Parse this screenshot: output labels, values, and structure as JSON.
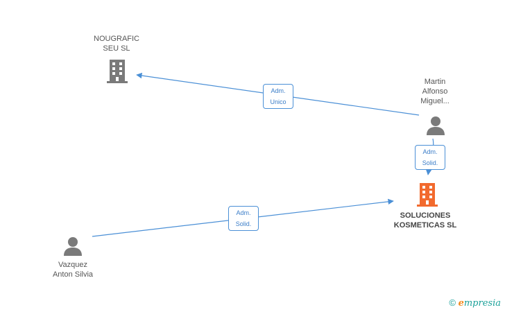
{
  "nodes": {
    "nougrafic": {
      "line1": "NOUGRAFIC",
      "line2": "SEU SL",
      "kind": "company",
      "color": "#7a7a7a"
    },
    "martin": {
      "line1": "Martin",
      "line2": "Alfonso",
      "line3": "Miguel...",
      "kind": "person",
      "color": "#7a7a7a"
    },
    "soluciones": {
      "line1": "SOLUCIONES",
      "line2": "KOSMETICAS SL",
      "kind": "company",
      "color": "#f26a2e"
    },
    "vazquez": {
      "line1": "Vazquez",
      "line2": "Anton Silvia",
      "kind": "person",
      "color": "#7a7a7a"
    }
  },
  "edges": [
    {
      "from": "martin",
      "to": "nougrafic",
      "line1": "Adm.",
      "line2": "Unico"
    },
    {
      "from": "martin",
      "to": "soluciones",
      "line1": "Adm.",
      "line2": "Solid."
    },
    {
      "from": "vazquez",
      "to": "soluciones",
      "line1": "Adm.",
      "line2": "Solid."
    }
  ],
  "footer": {
    "copyright_symbol": "©",
    "brand_initial": "e",
    "brand_rest": "mpresia"
  },
  "colors": {
    "edge": "#4a8fd6",
    "main_company": "#f26a2e",
    "node_gray": "#7a7a7a",
    "brand": "#1aa099"
  }
}
